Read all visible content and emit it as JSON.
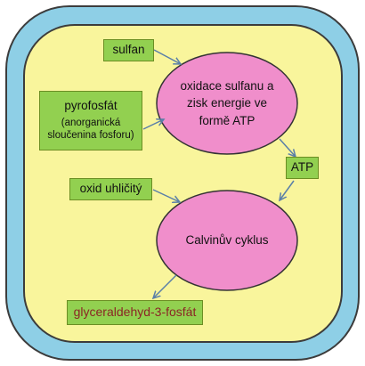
{
  "colors": {
    "outer_membrane": "#8ecfe6",
    "cytoplasm": "#f9f59c",
    "process_ellipse": "#f08ecb",
    "input_box": "#92d050",
    "arrow": "#5a7fa8",
    "result_text": "#8b2525"
  },
  "inputs": {
    "sulfan": "sulfan",
    "pyrophosphate_title": "pyrofosfát",
    "pyrophosphate_note": "(anorganická sloučenina fosforu)",
    "carbon_dioxide": "oxid uhličitý"
  },
  "processes": {
    "oxidation": "oxidace sulfanu a zisk energie ve formě ATP",
    "calvin": "Calvinův cyklus"
  },
  "intermediate": {
    "atp": "ATP"
  },
  "output": {
    "product": "glyceraldehyd-3-fosfát"
  }
}
